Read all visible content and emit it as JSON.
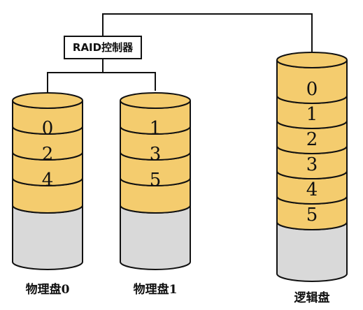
{
  "controller": {
    "label": "RAID控制器"
  },
  "disks": [
    {
      "label": "物理盘0",
      "blocks": [
        "0",
        "2",
        "4"
      ]
    },
    {
      "label": "物理盘1",
      "blocks": [
        "1",
        "3",
        "5"
      ]
    },
    {
      "label": "逻辑盘",
      "blocks": [
        "0",
        "1",
        "2",
        "3",
        "4",
        "5"
      ]
    }
  ]
}
